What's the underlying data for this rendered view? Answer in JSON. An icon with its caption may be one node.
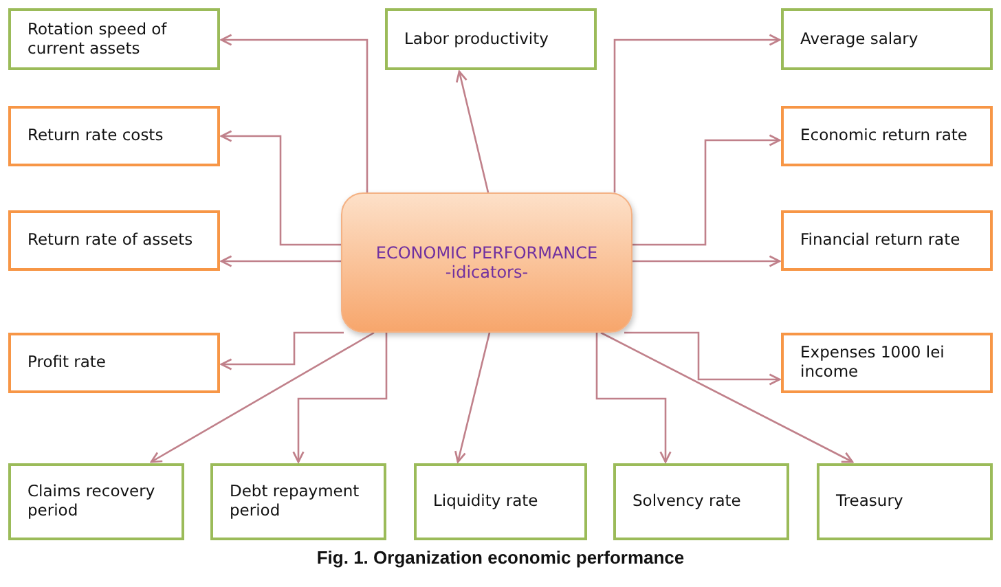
{
  "diagram": {
    "caption": "Fig. 1. Organization economic performance",
    "nodes": [
      {
        "text": [
          "Rotation speed of current assets"
        ]
      },
      {
        "text": [
          "Labor productivity"
        ]
      },
      {
        "text": [
          "Average salary"
        ]
      },
      {
        "text": [
          "Return rate costs"
        ]
      },
      {
        "text": [
          "Economic return rate"
        ]
      },
      {
        "text": [
          "Return rate of assets"
        ]
      },
      {
        "text": [
          "ECONOMIC PERFORMANCE",
          "-idicators-"
        ]
      },
      {
        "text": [
          "Financial return rate"
        ]
      },
      {
        "text": [
          "Profit rate"
        ]
      },
      {
        "text": [
          "Expenses 1000 lei income"
        ]
      },
      {
        "text": [
          "Claims recovery period"
        ]
      },
      {
        "text": [
          "Debt repayment period"
        ]
      },
      {
        "text": [
          "Liquidity rate"
        ]
      },
      {
        "text": [
          "Solvency rate"
        ]
      },
      {
        "text": [
          "Treasury"
        ]
      }
    ],
    "edges": [
      {
        "from": 6,
        "to": 0,
        "arrow": "to"
      },
      {
        "from": 6,
        "to": 1,
        "arrow": "to"
      },
      {
        "from": 6,
        "to": 2,
        "arrow": "to"
      },
      {
        "from": 6,
        "to": 3,
        "arrow": "to"
      },
      {
        "from": 6,
        "to": 4,
        "arrow": "to"
      },
      {
        "from": 6,
        "to": 5,
        "arrow": "to"
      },
      {
        "from": 6,
        "to": 7,
        "arrow": "to"
      },
      {
        "from": 6,
        "to": 8,
        "arrow": "to"
      },
      {
        "from": 6,
        "to": 9,
        "arrow": "to"
      },
      {
        "from": 6,
        "to": 10,
        "arrow": "to"
      },
      {
        "from": 6,
        "to": 11,
        "arrow": "to"
      },
      {
        "from": 6,
        "to": 12,
        "arrow": "to"
      },
      {
        "from": 6,
        "to": 13,
        "arrow": "to"
      },
      {
        "from": 6,
        "to": 14,
        "arrow": "to"
      }
    ]
  }
}
